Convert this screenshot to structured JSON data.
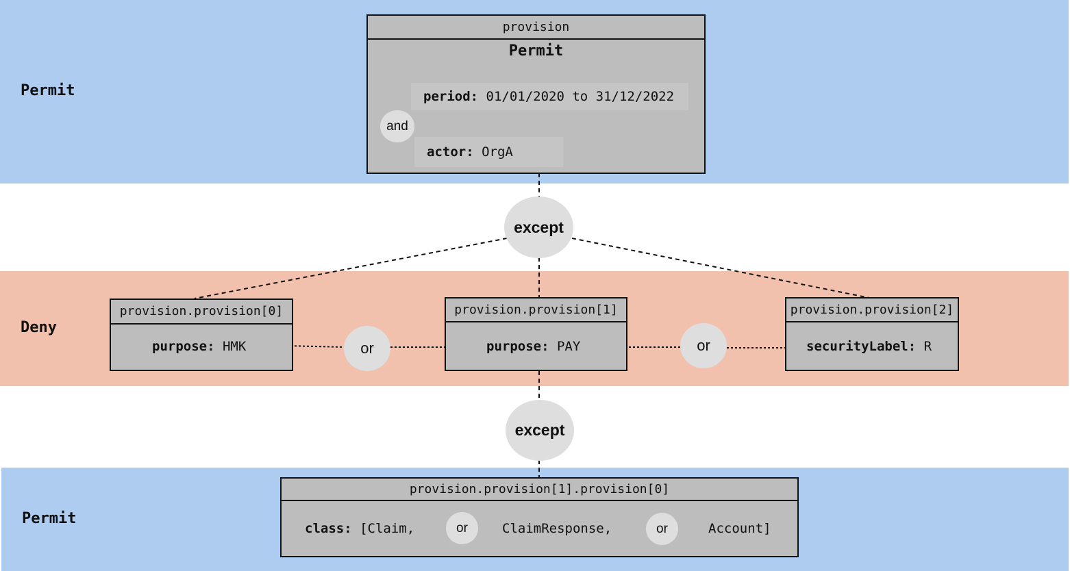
{
  "colors": {
    "permit_band": "#aecbf0",
    "deny_band": "#f1c1ad",
    "box_fill": "#bdbdbd",
    "node_fill": "#dedede"
  },
  "bands": {
    "top": {
      "label": "Permit"
    },
    "middle": {
      "label": "Deny"
    },
    "bottom": {
      "label": "Permit"
    }
  },
  "root": {
    "header": "provision",
    "title": "Permit",
    "connector": "and",
    "period": {
      "key": "period:",
      "value": " 01/01/2020 to 31/12/2022"
    },
    "actor": {
      "key": "actor:",
      "value": " OrgA"
    }
  },
  "except_nodes": [
    "except",
    "except"
  ],
  "deny_provisions": [
    {
      "header": "provision.provision[0]",
      "key": "purpose:",
      "value": " HMK"
    },
    {
      "header": "provision.provision[1]",
      "key": "purpose:",
      "value": " PAY"
    },
    {
      "header": "provision.provision[2]",
      "key": "securityLabel:",
      "value": " R"
    }
  ],
  "or_nodes": [
    "or",
    "or"
  ],
  "nested": {
    "header": "provision.provision[1].provision[0]",
    "key": "class:",
    "items": [
      "[Claim,",
      "ClaimResponse,",
      "Account]"
    ],
    "connectors": [
      "or",
      "or"
    ]
  }
}
